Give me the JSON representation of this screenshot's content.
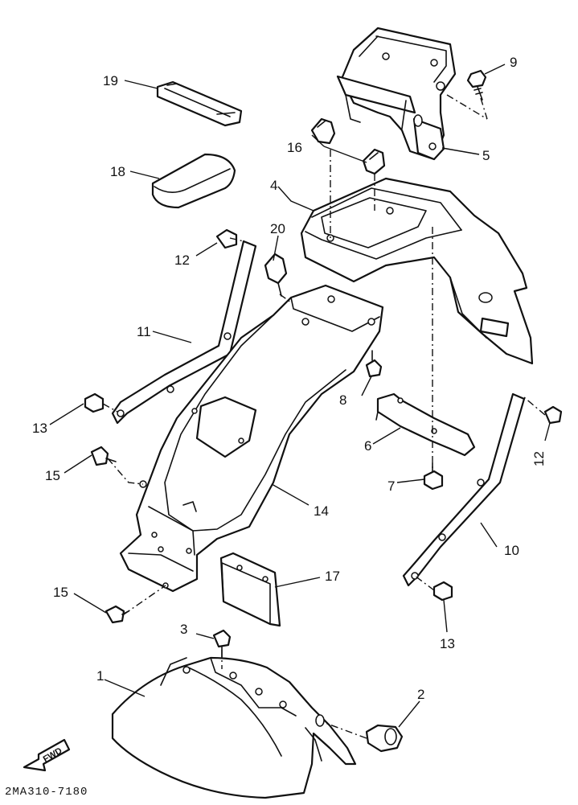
{
  "drawing_code": "2MA310-7180",
  "fwd_label": "FWD",
  "callouts": {
    "c1": "1",
    "c2": "2",
    "c3": "3",
    "c4": "4",
    "c5": "5",
    "c6": "6",
    "c7": "7",
    "c8": "8",
    "c9": "9",
    "c10": "10",
    "c11": "11",
    "c12a": "12",
    "c12b": "12",
    "c13a": "13",
    "c13b": "13",
    "c14": "14",
    "c15a": "15",
    "c15b": "15",
    "c16": "16",
    "c17": "17",
    "c18": "18",
    "c19": "19",
    "c20": "20"
  }
}
